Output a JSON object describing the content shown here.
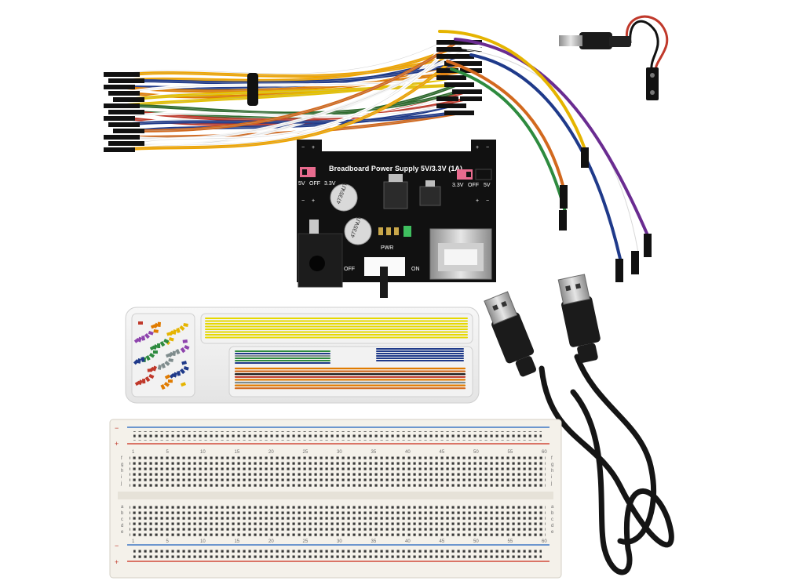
{
  "power_module": {
    "title": "Breadboard Power Supply 5V/3.3V (1A)",
    "left_jumper": {
      "v5": "5V",
      "off": "OFF",
      "v33": "3.3V"
    },
    "right_jumper": {
      "v33": "3.3V",
      "off": "OFF",
      "v5": "5V"
    },
    "capacitor_1": {
      "value": "47",
      "voltage": "35V",
      "series": "UT"
    },
    "capacitor_2": {
      "value": "47",
      "voltage": "35V",
      "series": "UT"
    },
    "switch_off": "OFF",
    "switch_on": "ON",
    "pwr_label": "PWR",
    "rail_plus": "+",
    "rail_minus": "−"
  },
  "breadboard": {
    "row_letters_top": [
      "f",
      "g",
      "h",
      "i",
      "j"
    ],
    "row_letters_bottom": [
      "a",
      "b",
      "c",
      "d",
      "e"
    ],
    "column_numbers": [
      "1",
      "5",
      "10",
      "15",
      "20",
      "25",
      "30",
      "35",
      "40",
      "45",
      "50",
      "55",
      "60"
    ],
    "rail_plus": "+",
    "rail_minus": "−"
  },
  "colors": {
    "pcb": "#111111",
    "breadboard": "#f4f1ea",
    "rail_red": "#d14b3b",
    "rail_blue": "#3f78c4",
    "cable": "#151515"
  },
  "icons": [
    "jumper-wire-bundle-icon",
    "dc-barrel-jack-cable-icon",
    "power-supply-module-icon",
    "jumper-wire-kit-box-icon",
    "usb-cable-icon",
    "breadboard-icon"
  ]
}
